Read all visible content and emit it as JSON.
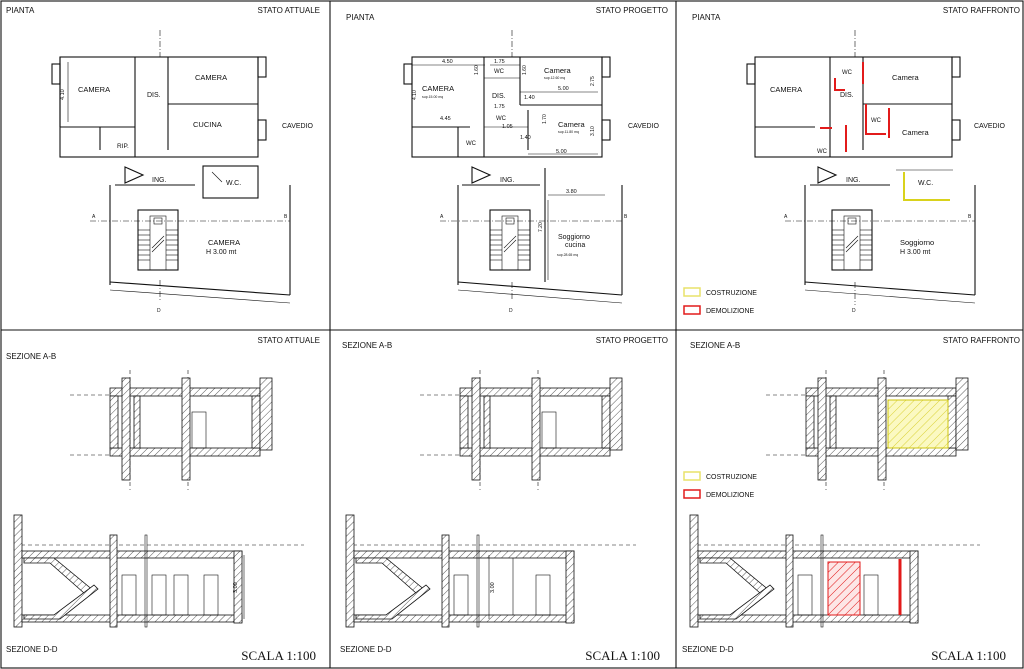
{
  "panels": {
    "top_left": {
      "left_label": "PIANTA",
      "right_label": "STATO ATTUALE"
    },
    "top_mid": {
      "left_label": "PIANTA",
      "right_label": "STATO  PROGETTO"
    },
    "top_right": {
      "left_label": "PIANTA",
      "right_label": "STATO  RAFFRONTO"
    },
    "bot_left": {
      "left_label": "SEZIONE A-B",
      "right_label": "STATO ATTUALE",
      "bottom_label": "SEZIONE D-D",
      "scale": "SCALA 1:100"
    },
    "bot_mid": {
      "left_label": "SEZIONE A-B",
      "right_label": "STATO  PROGETTO",
      "bottom_label": "SEZIONE D-D",
      "scale": "SCALA 1:100"
    },
    "bot_right": {
      "left_label": "SEZIONE A-B",
      "right_label": "STATO  RAFFRONTO",
      "bottom_label": "SEZIONE D-D",
      "scale": "SCALA 1:100"
    }
  },
  "plan_attuale": {
    "camera_left": "CAMERA",
    "dis": "DIS.",
    "camera_right": "CAMERA",
    "cucina": "CUCINA",
    "cavedio": "CAVEDIO",
    "rip": "RIP.",
    "ing": "ING.",
    "wc": "W.C.",
    "camera_big": "CAMERA",
    "height": "H 3.00 mt",
    "dim_410": "4.10"
  },
  "plan_progetto": {
    "camera_left": "CAMERA",
    "camera_left_sub": "sup.15.00 mq",
    "wc_top": "WC",
    "camera_top": "Camera",
    "camera_top_sub": "sup.12.60 mq",
    "dis": "DIS.",
    "camera_mid": "Camera",
    "camera_mid_sub": "sup.11.80 mq",
    "wc_bottom": "WC",
    "cavedio": "CAVEDIO",
    "ing": "ING.",
    "soggiorno": "Soggiorno",
    "cucina": "cucina",
    "soggiorno_sub": "sup.28.65 mq",
    "dims": [
      "4.50",
      "1.75",
      "1.60",
      "1.60",
      "5.00",
      "2.75",
      "1.40",
      "1.75",
      "4.45",
      "1.05",
      "1.70",
      "3.10",
      "1.40",
      "5.00",
      "3.80",
      "7.20",
      "4.10"
    ]
  },
  "plan_raffronto": {
    "camera_left": "CAMERA",
    "wc_top": "WC",
    "dis": "DIS.",
    "camera_top": "Camera",
    "wc_mid": "WC",
    "camera_mid": "Camera",
    "wc_bottom": "WC",
    "cavedio": "CAVEDIO",
    "ing": "ING.",
    "wc_right": "W.C.",
    "soggiorno": "Soggiorno",
    "height": "H 3.00 mt"
  },
  "markers": {
    "a": "A",
    "b": "B",
    "d": "D"
  },
  "section_dims": {
    "h300": "3.00"
  },
  "legend": {
    "costruzione": "COSTRUZIONE",
    "demolizione": "DEMOLIZIONE",
    "costruzione_color": "#e8e26a",
    "demolizione_color": "#e21b1b"
  }
}
